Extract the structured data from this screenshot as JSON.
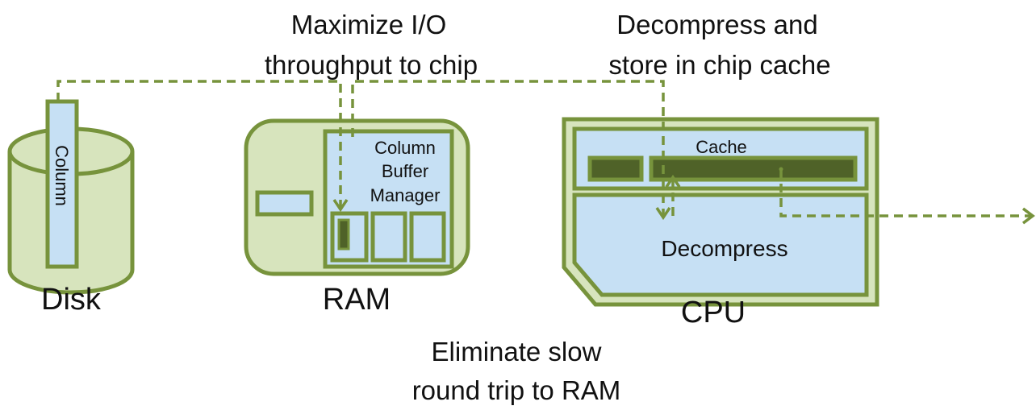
{
  "labels": {
    "maximize_line1": "Maximize I/O",
    "maximize_line2": "throughput to chip",
    "decompress_store_line1": "Decompress and",
    "decompress_store_line2": "store in chip cache",
    "eliminate_line1": "Eliminate slow",
    "eliminate_line2": "round trip to RAM",
    "column": "Column",
    "disk": "Disk",
    "buffer_line1": "Column",
    "buffer_line2": "Buffer",
    "buffer_line3": "Manager",
    "ram": "RAM",
    "cache": "Cache",
    "decompress": "Decompress",
    "cpu": "CPU"
  },
  "colors": {
    "stroke": "#77933c",
    "light_green": "#d7e4bd",
    "light_blue": "#c6e0f4",
    "dark_green": "#4f6228",
    "text": "#111111"
  }
}
